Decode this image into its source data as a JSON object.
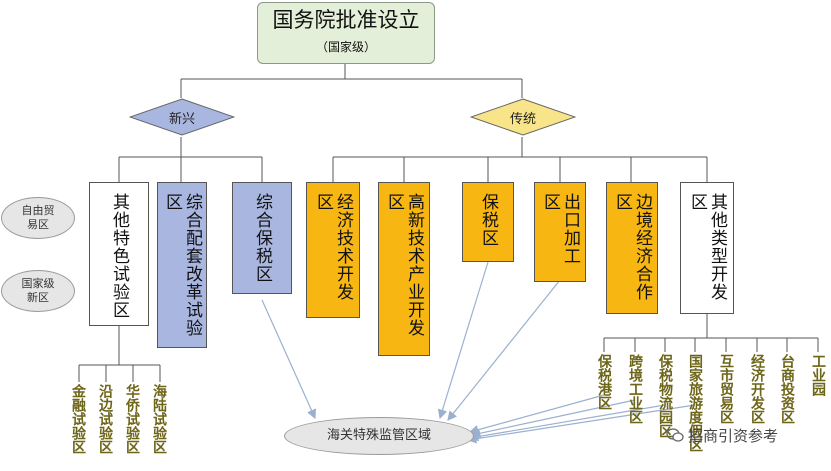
{
  "root": {
    "title": "国务院批准设立",
    "subtitle": "（国家级）"
  },
  "branches": {
    "new": "新兴",
    "traditional": "传统"
  },
  "side_labels": [
    "自由贸易区",
    "国家级新区"
  ],
  "new_boxes": [
    "其他特色试验区",
    "综合配套改革试验区",
    "综合保税区"
  ],
  "traditional_boxes": [
    "经济技术开发区",
    "高新技术产业开发区",
    "保税区",
    "出口加工区",
    "边境经济合作区",
    "其他类型开发区"
  ],
  "special_sub": [
    "金融试验区",
    "沿边试验区",
    "华侨试验区",
    "海陆试验区"
  ],
  "other_sub": [
    "保税港区",
    "跨境工业区",
    "保税物流园区",
    "国家旅游度假区",
    "互市贸易区",
    "经济开发区",
    "台商投资区",
    "工业园"
  ],
  "bottom": "海关特殊监管区域",
  "watermark": "招商引资参考",
  "colors": {
    "root_fill": "#e4efd9",
    "new_fill": "#a9b7e0",
    "traditional_fill": "#f7b612",
    "ellipse_fill": "#e6e6e6",
    "sub_text": "#6d6518"
  }
}
